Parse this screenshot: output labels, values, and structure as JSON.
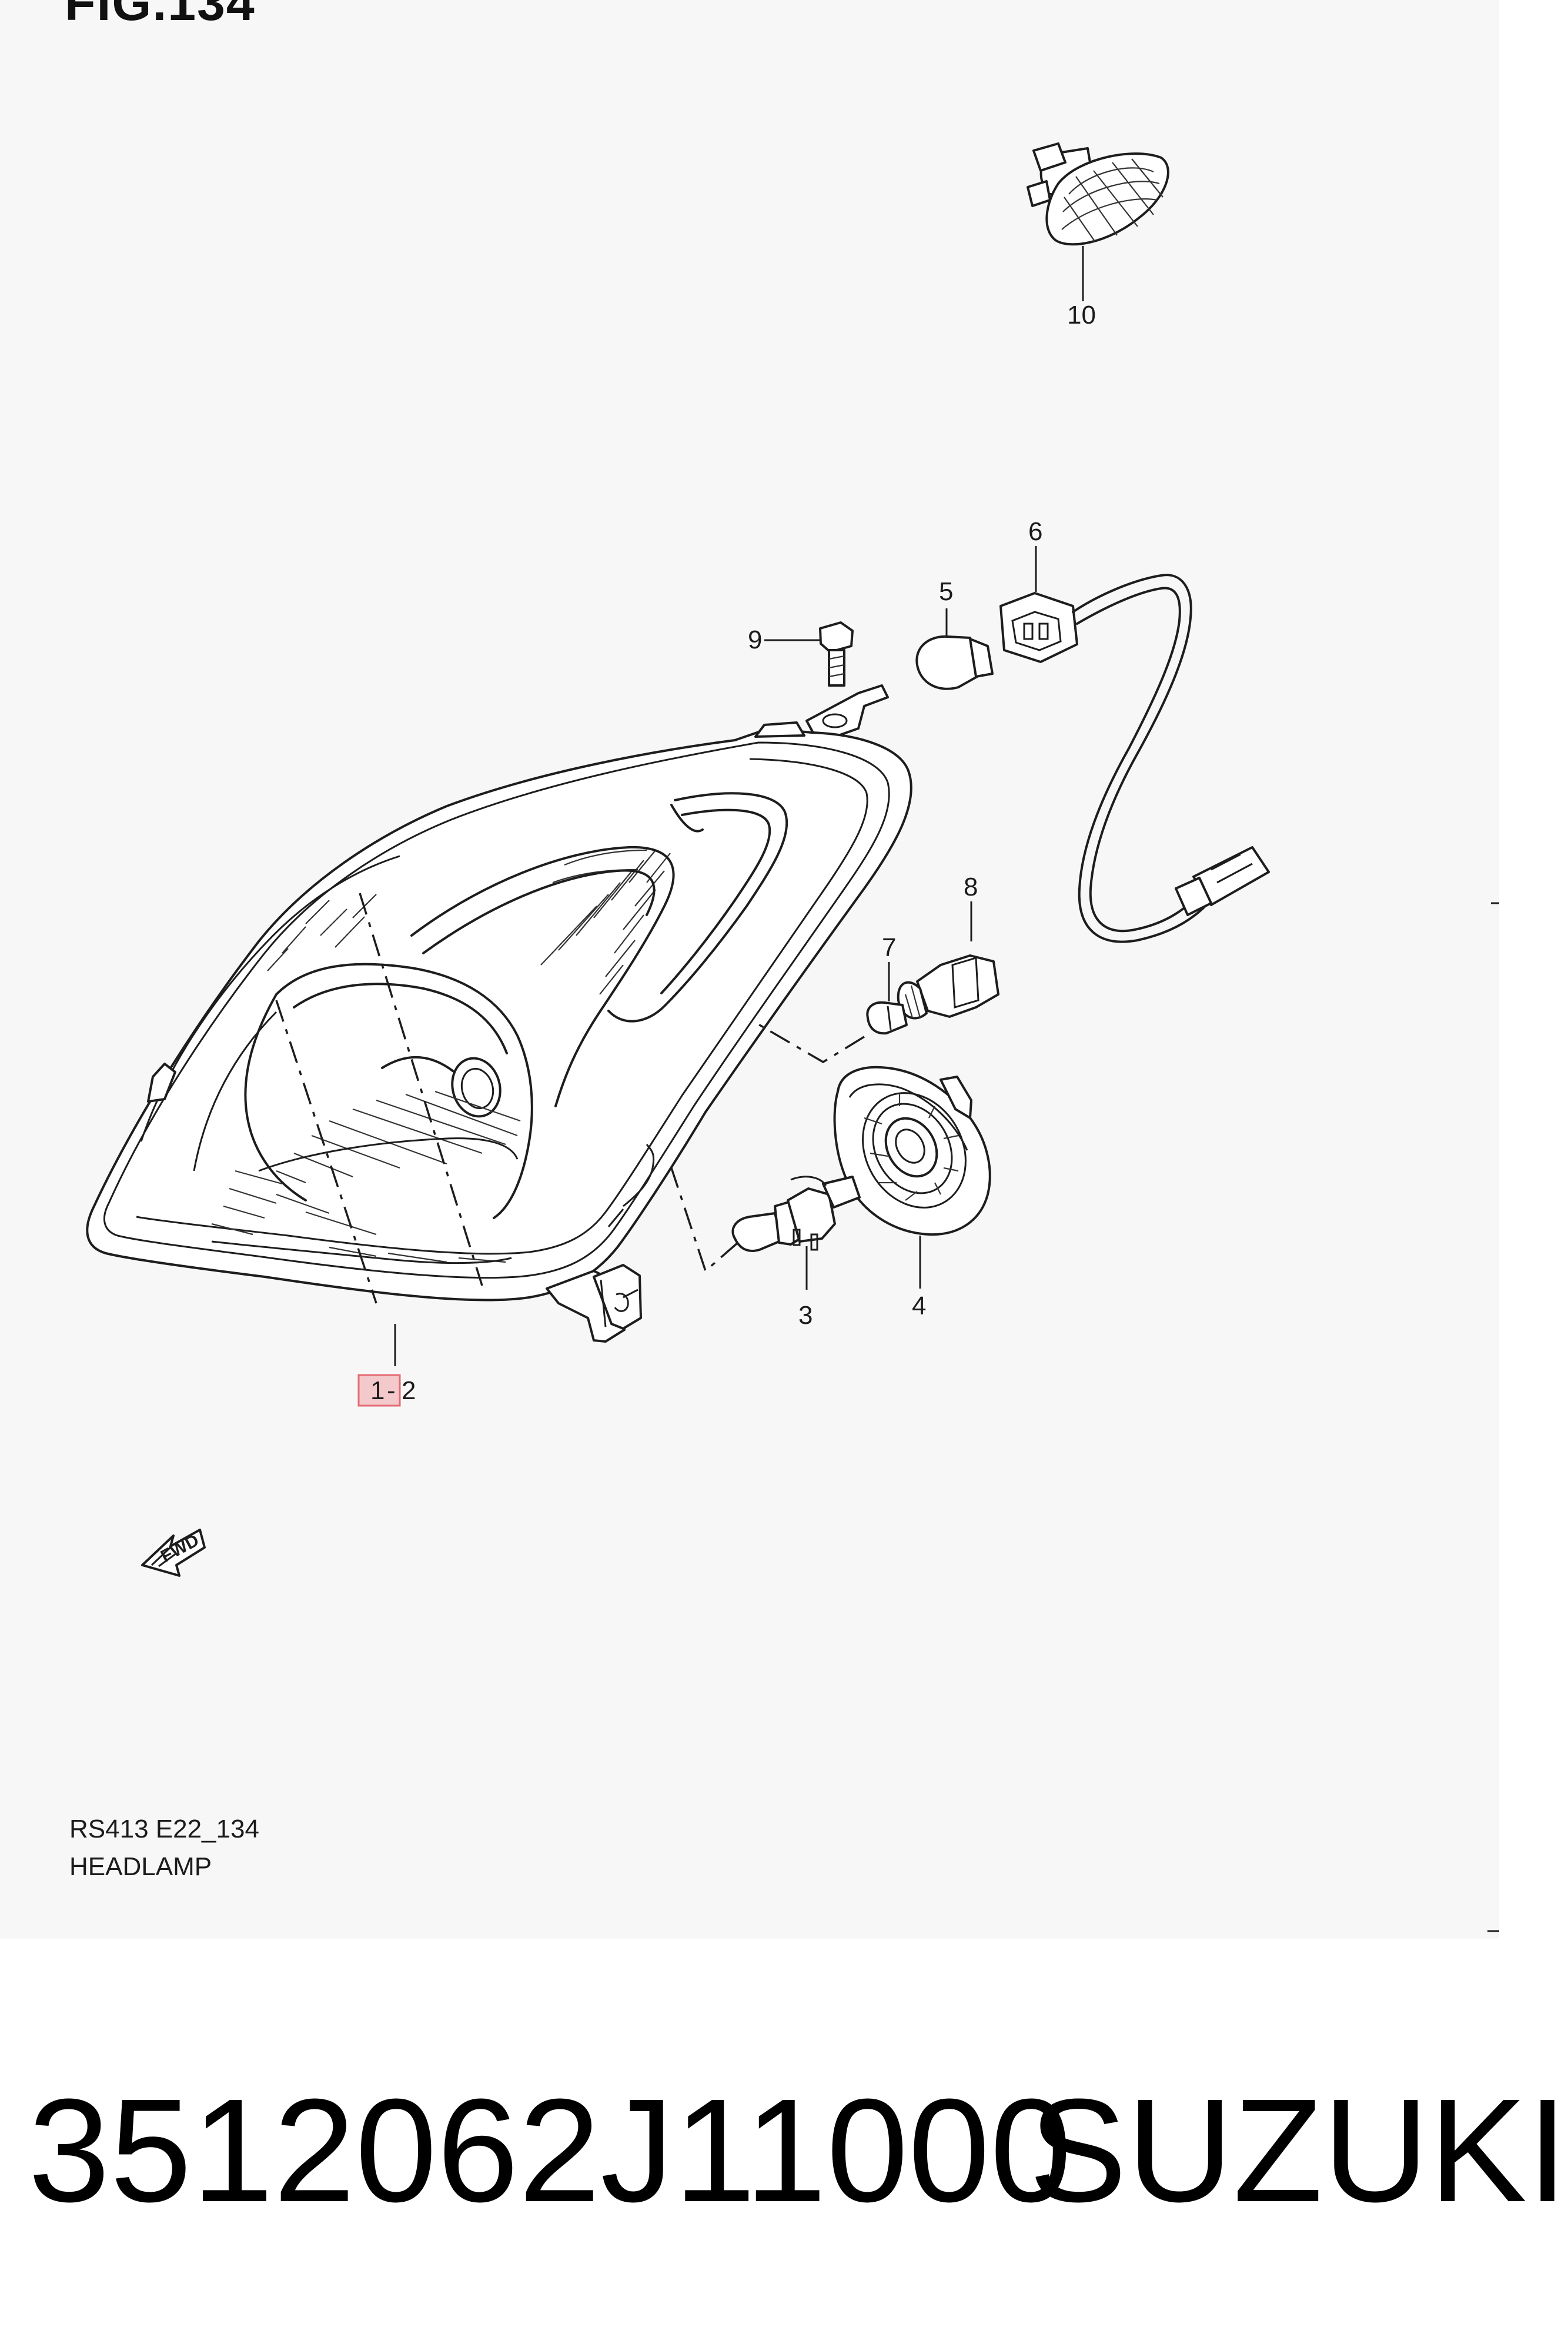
{
  "figure": {
    "title": "FIG.134",
    "model_code": "RS413 E22_134",
    "section_name": "HEADLAMP",
    "fwd_marker": "FWD"
  },
  "callouts": [
    {
      "id": "1",
      "label": "1",
      "highlighted": true
    },
    {
      "id": "2",
      "label": "2"
    },
    {
      "id": "3",
      "label": "3"
    },
    {
      "id": "4",
      "label": "4"
    },
    {
      "id": "5",
      "label": "5"
    },
    {
      "id": "6",
      "label": "6"
    },
    {
      "id": "7",
      "label": "7"
    },
    {
      "id": "8",
      "label": "8"
    },
    {
      "id": "9",
      "label": "9"
    },
    {
      "id": "10",
      "label": "10"
    }
  ],
  "callout_separator": "-",
  "footer": {
    "part_number": "3512062J11000",
    "brand": "SUZUKI"
  },
  "colors": {
    "highlight_fill": "#f4c9cc",
    "highlight_stroke": "#e46b74",
    "diagram_background": "#f7f7f7",
    "ink": "#1d1d1d"
  }
}
